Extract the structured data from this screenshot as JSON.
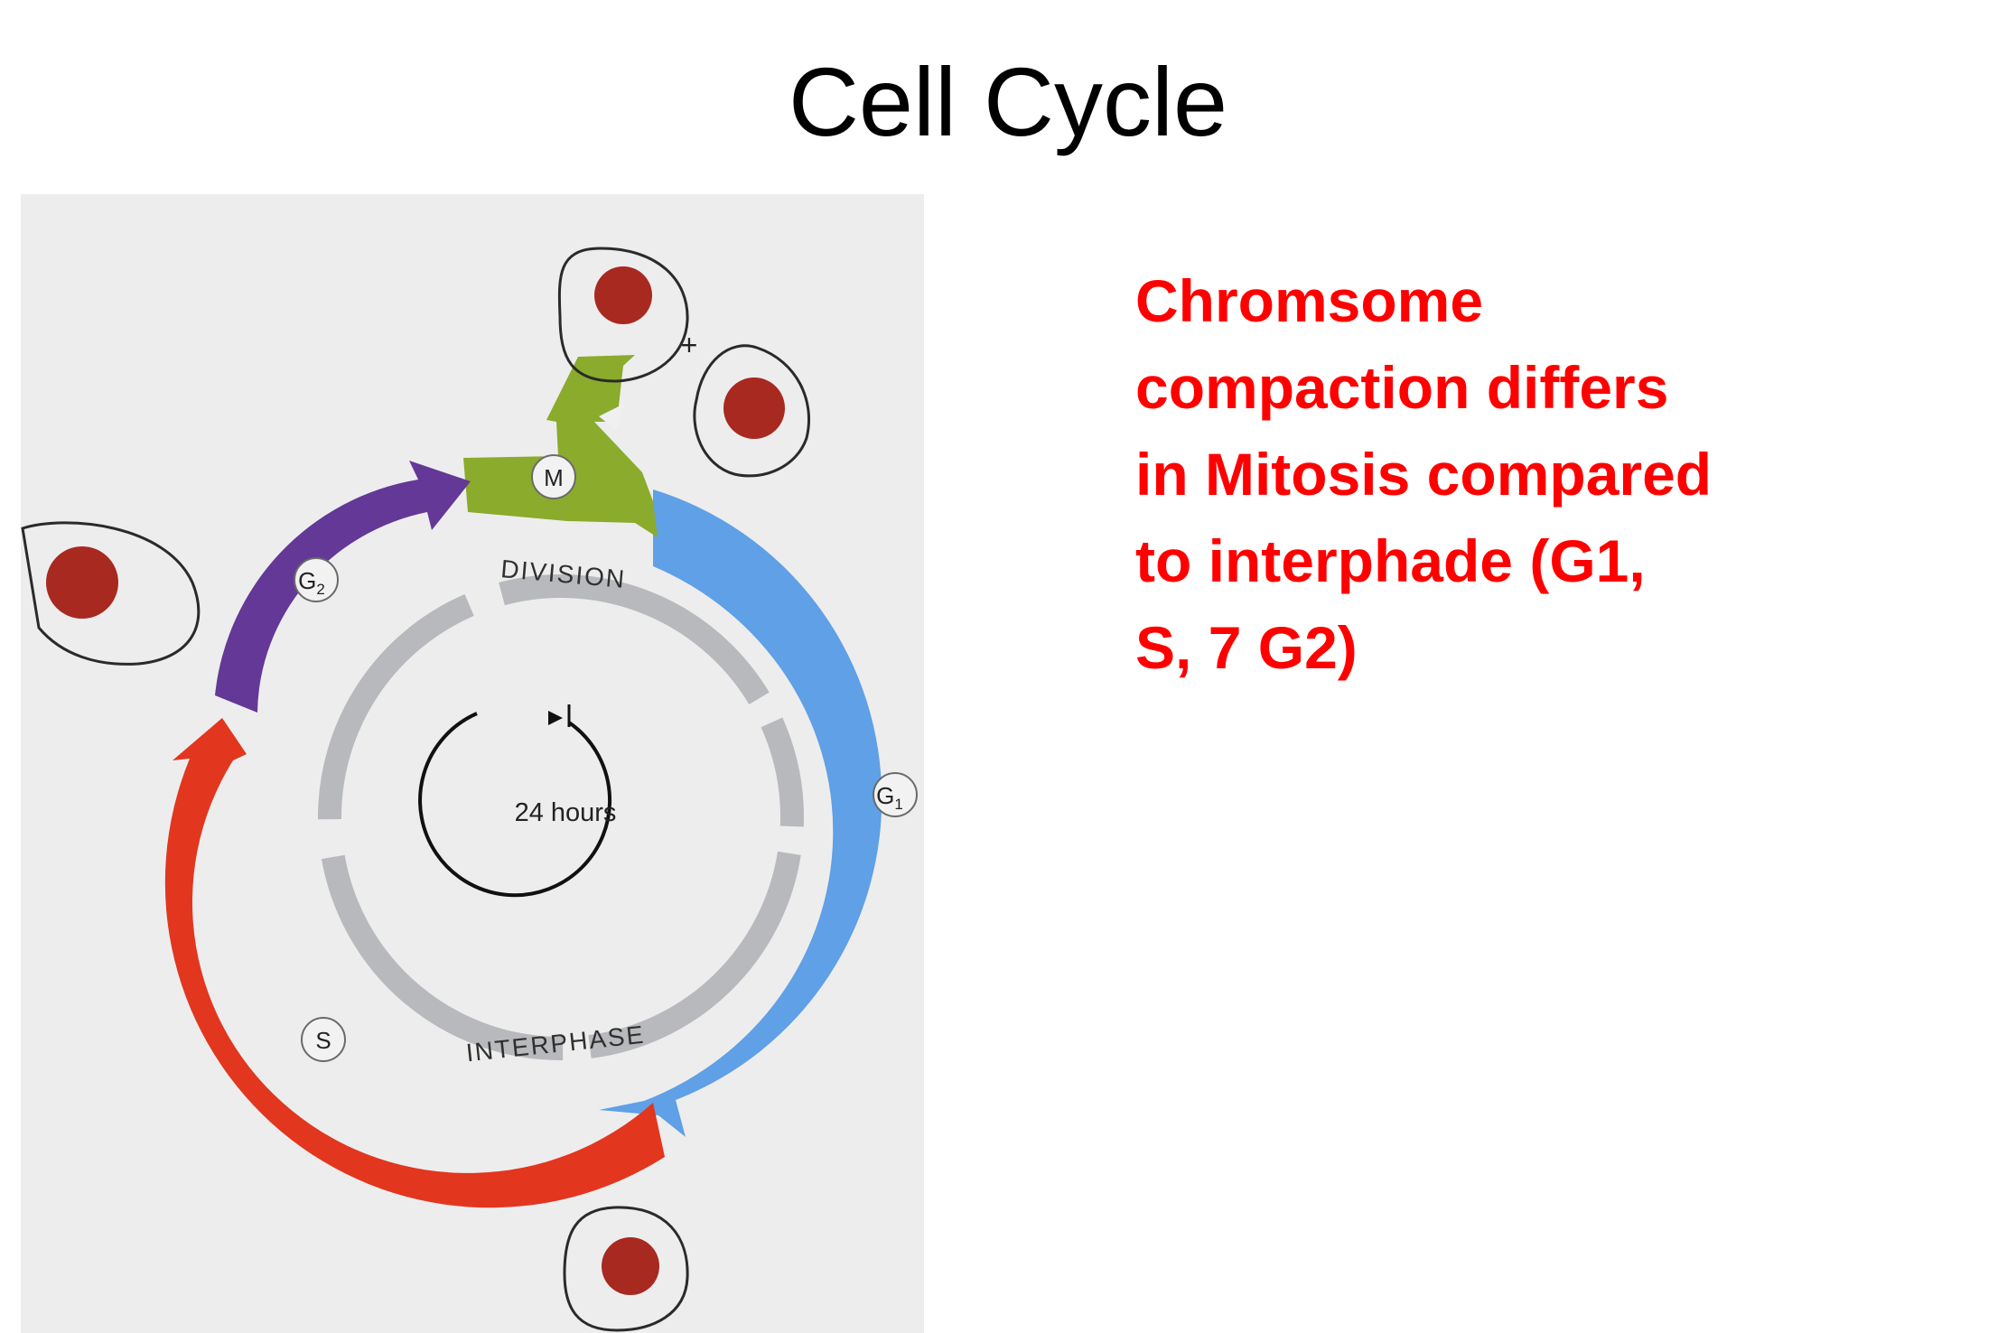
{
  "slide": {
    "title": "Cell Cycle",
    "caption_lines": [
      "Chromsome",
      "compaction differs",
      "in Mitosis compared",
      "to interphade (G1,",
      "S, 7 G2)"
    ]
  },
  "diagram": {
    "phases": {
      "m": "M",
      "g1_main": "G",
      "g1_sub": "1",
      "g2_main": "G",
      "g2_sub": "2",
      "s": "S"
    },
    "ring_labels": {
      "division": "DIVISION",
      "interphase": "INTERPHASE"
    },
    "clock_label": "24 hours",
    "plus_sign": "+",
    "colors": {
      "background": "#ededee",
      "g1": "#5fa0e6",
      "m": "#8aab2c",
      "g2": "#633896",
      "s": "#e2361f",
      "ring": "#b8b9bc",
      "nucleus": "#a8291f"
    }
  }
}
